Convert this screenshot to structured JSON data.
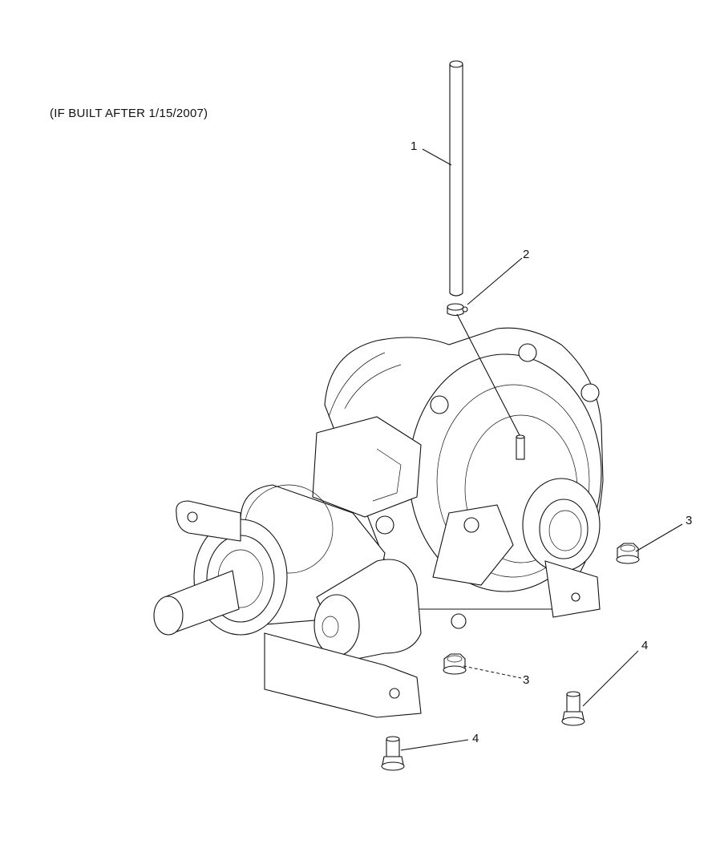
{
  "note": "(IF BUILT AFTER 1/15/2007)",
  "callouts": {
    "c1": "1",
    "c2": "2",
    "c3a": "3",
    "c3b": "3",
    "c4a": "4",
    "c4b": "4"
  }
}
